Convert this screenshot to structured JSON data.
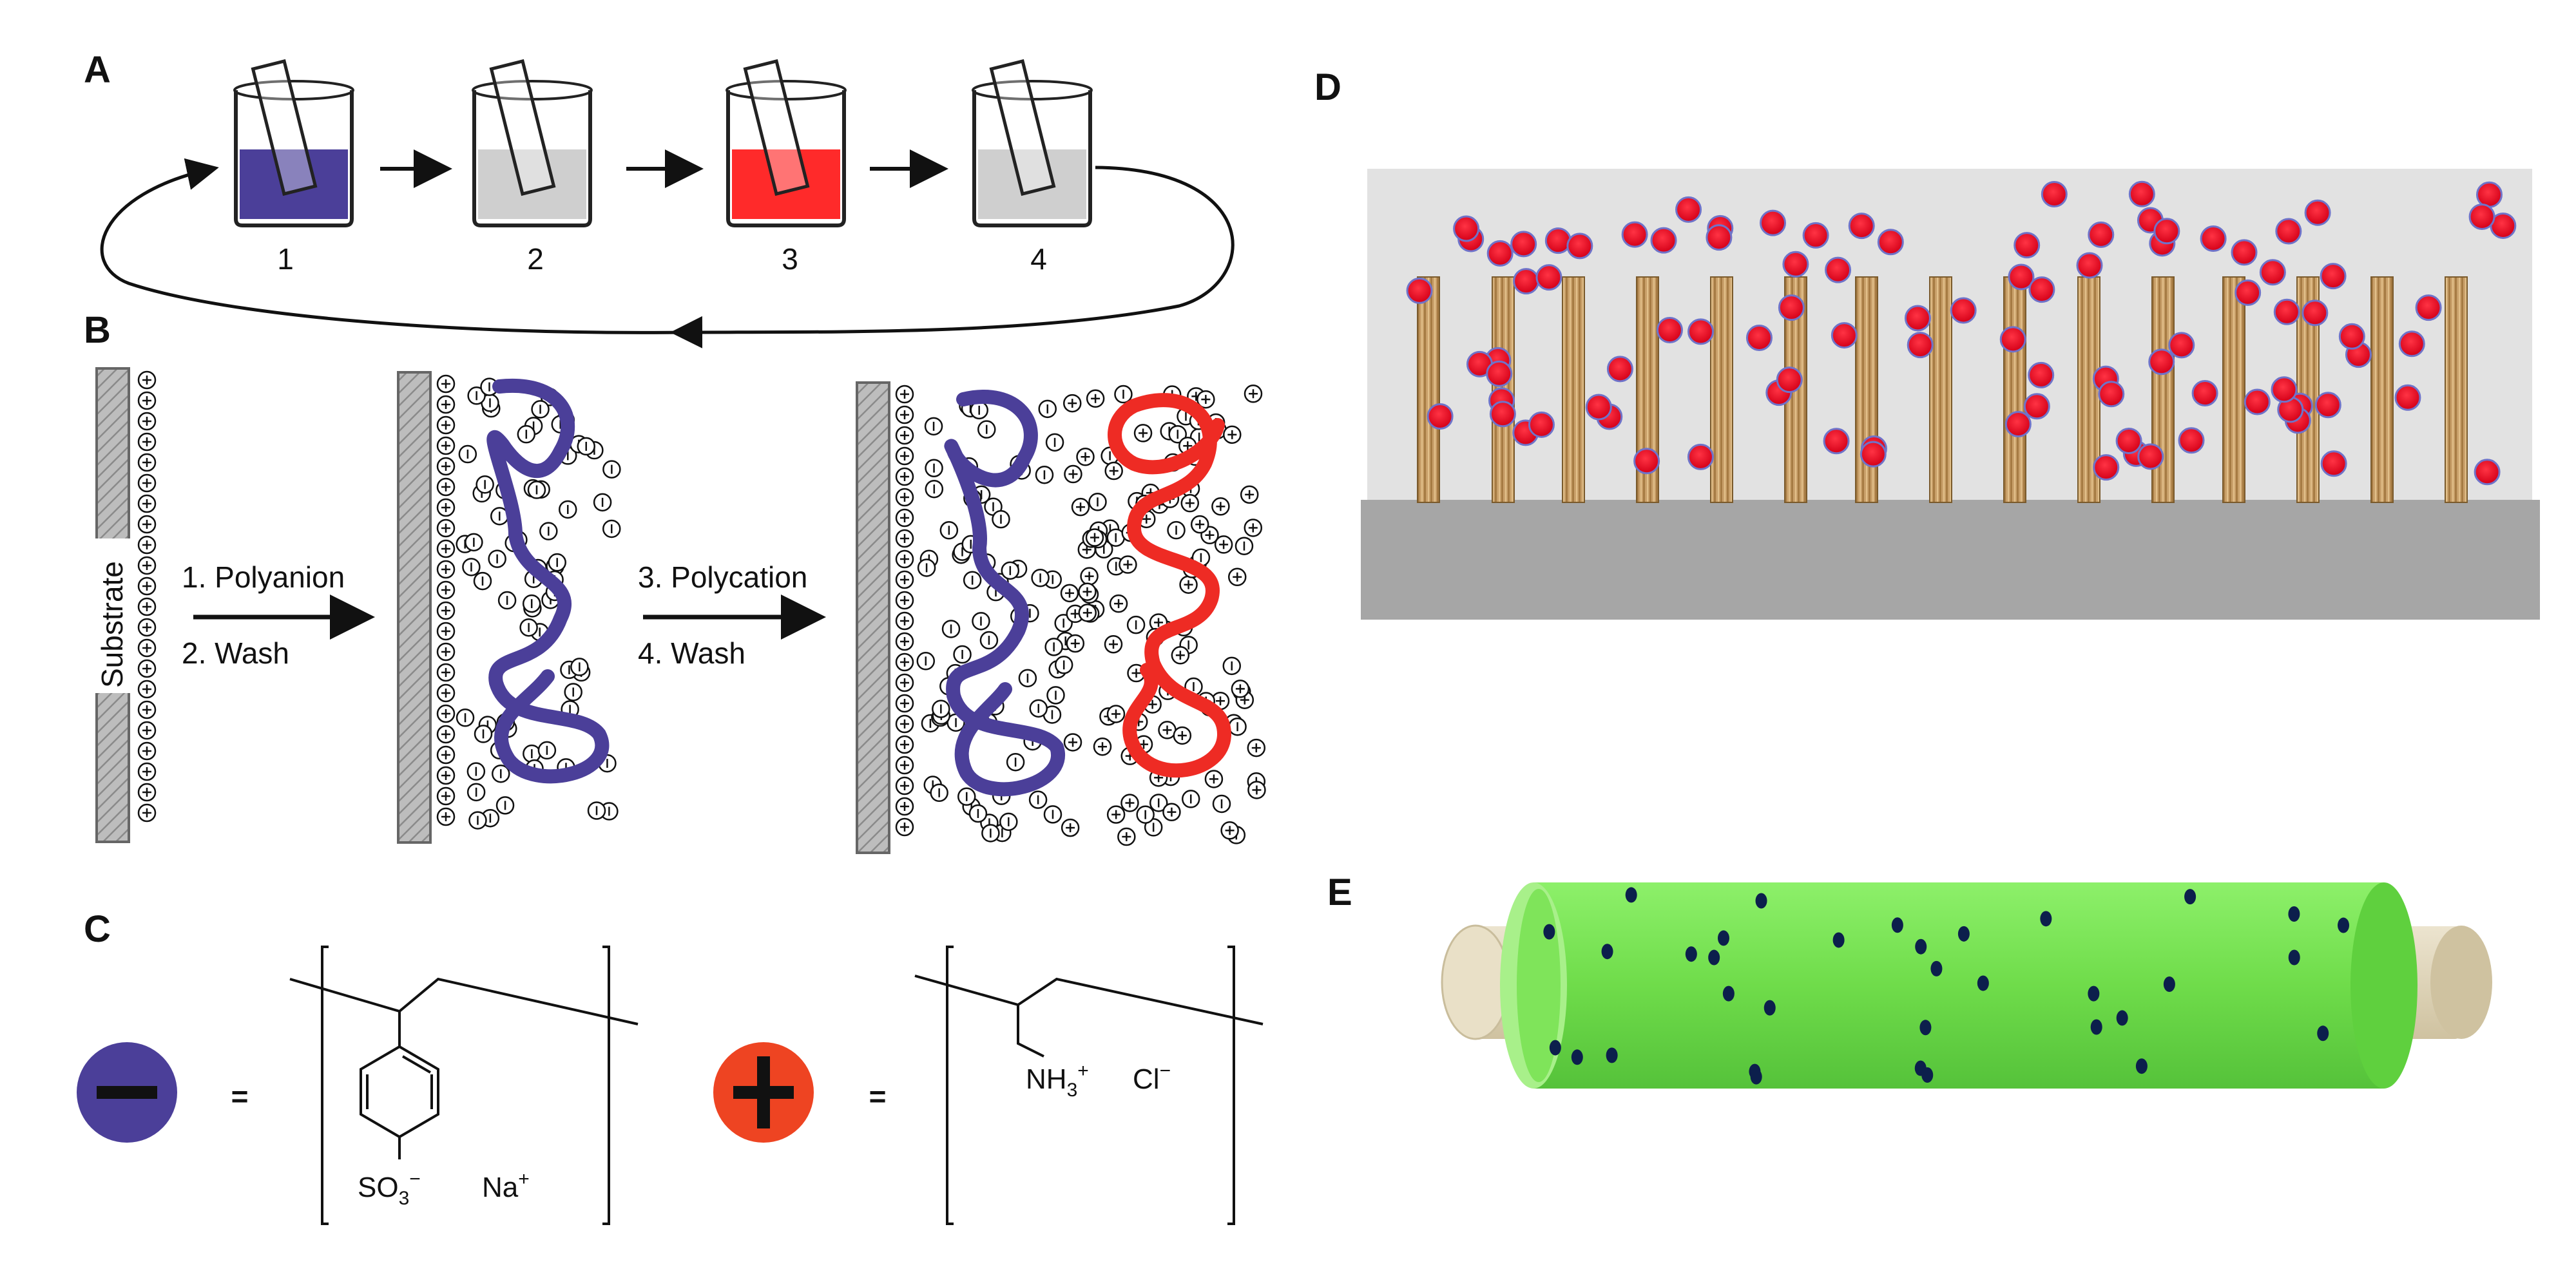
{
  "panels": {
    "a": {
      "label": "A",
      "steps": [
        "1",
        "2",
        "3",
        "4"
      ]
    },
    "b": {
      "label": "B",
      "substrate": "Substrate",
      "step1": "1. Polyanion",
      "step2": "2. Wash",
      "step3": "3. Polycation",
      "step4": "4. Wash"
    },
    "c": {
      "label": "C",
      "equals": "=",
      "polyanion_group_so3": "SO",
      "polyanion_group_so3_sub": "3",
      "polyanion_group_so3_sup": "−",
      "polyanion_counterion": "Na",
      "polyanion_counterion_sup": "+",
      "polycation_group": "NH",
      "polycation_group_sub": "3",
      "polycation_group_sup": "+",
      "polycation_counterion": "Cl",
      "polycation_counterion_sup": "−"
    },
    "d": {
      "label": "D"
    },
    "e": {
      "label": "E"
    }
  },
  "colors": {
    "polyanion": "#4b3f99",
    "polycation": "#ee2b24",
    "cation_circle": "#ee4422",
    "substrate_gray": "#a9a9a9",
    "rod_tan": "#c9a06a",
    "particle_red": "#e8001c",
    "fiber_green": "#6fdc4a",
    "fiber_core": "#dcd1b4",
    "dot_navy": "#0c1f4c"
  },
  "icons": [
    "beaker-icon",
    "slide-icon",
    "arrow-icon",
    "minus-circle-icon",
    "plus-circle-icon",
    "nanorod-icon",
    "nanoparticle-icon",
    "fiber-icon"
  ]
}
